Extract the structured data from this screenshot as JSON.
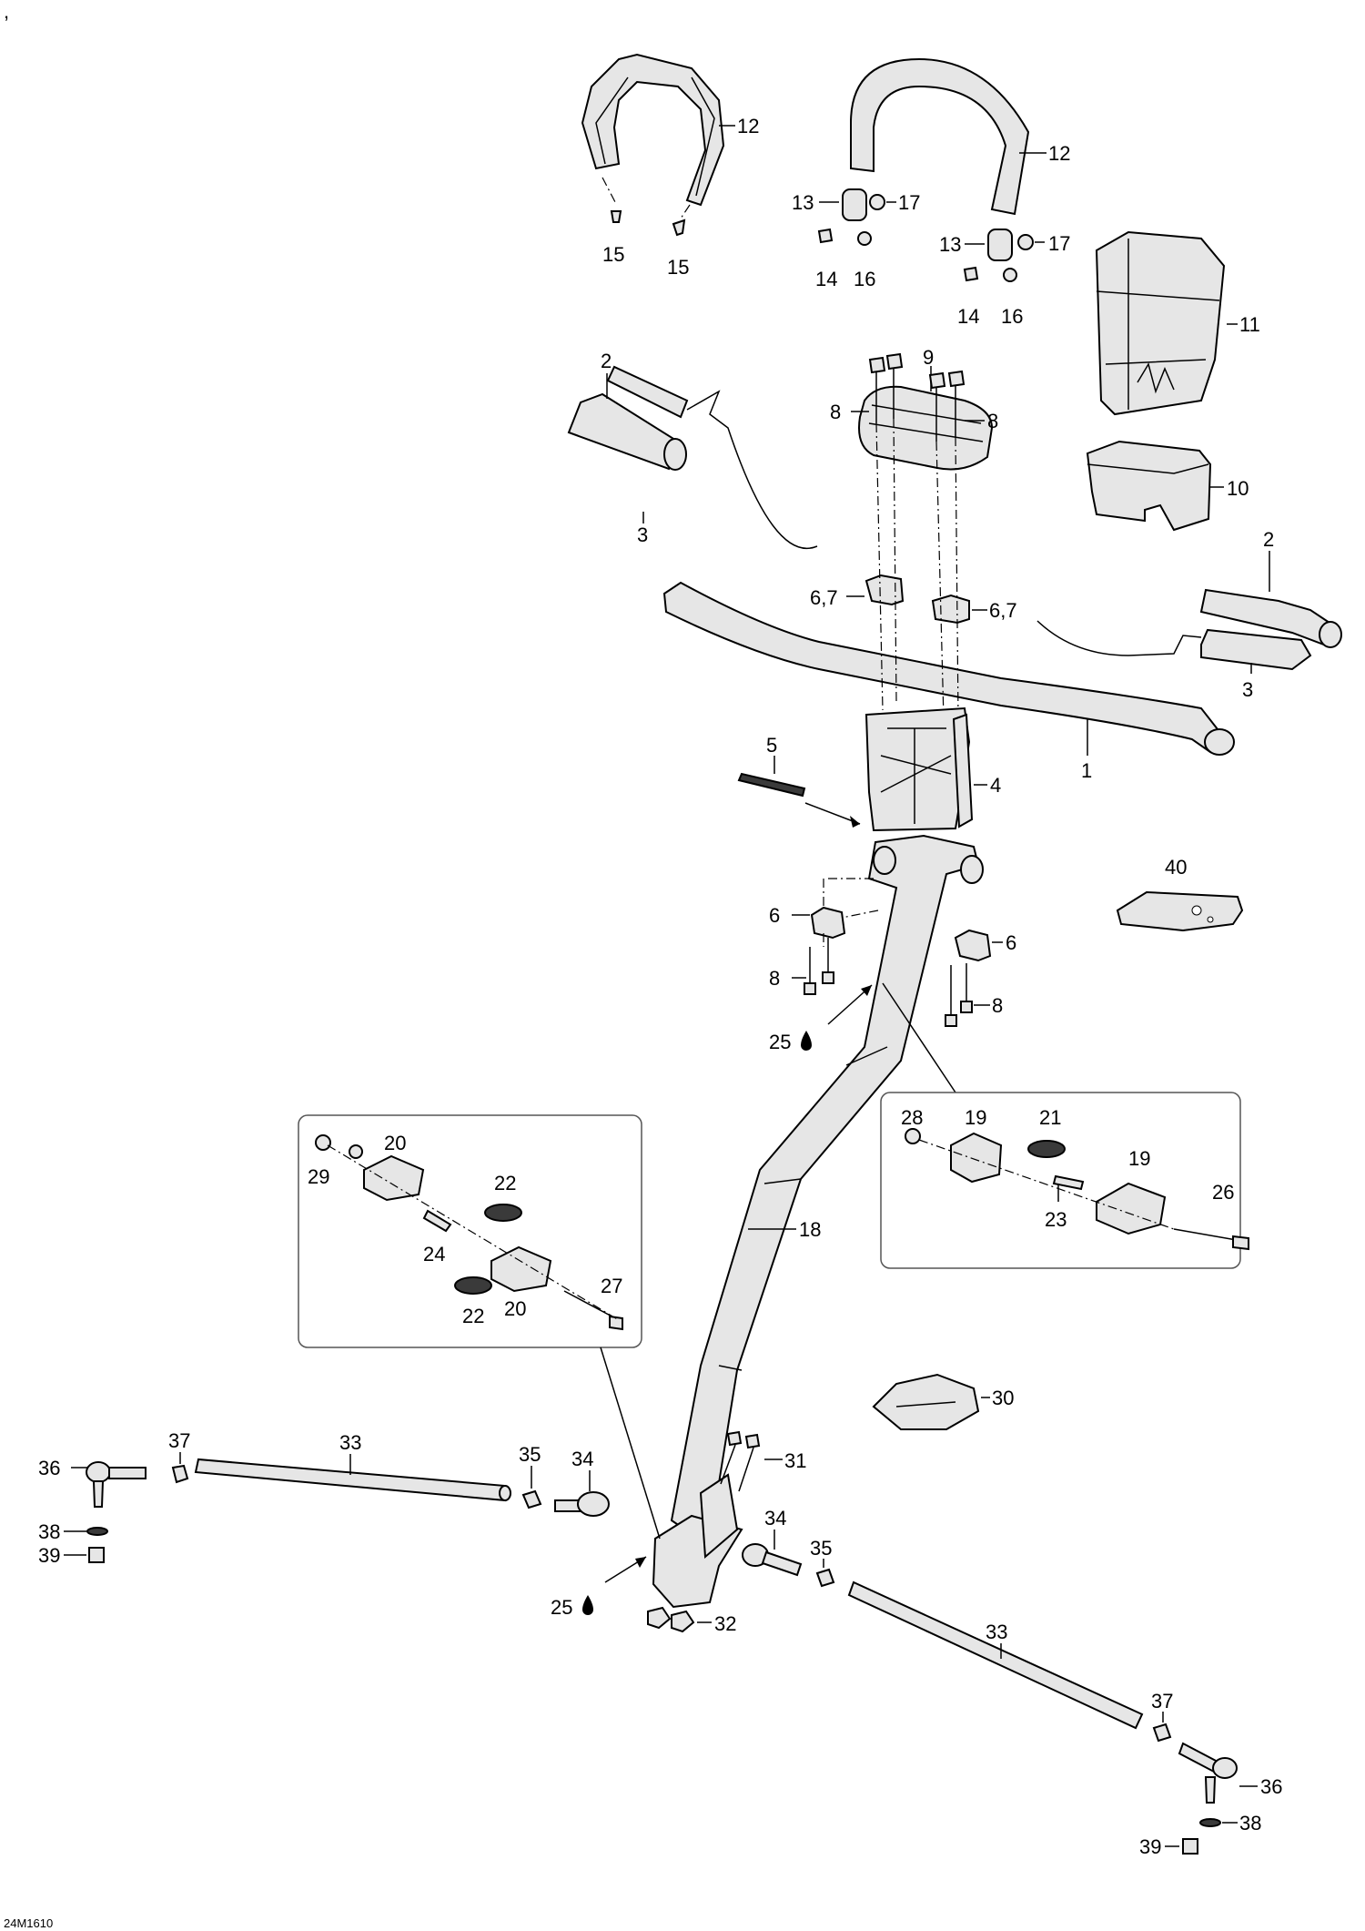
{
  "diagram_code": "24M1610",
  "corner_mark": ",",
  "oil_symbol": "oil-drop-icon",
  "labels": {
    "l12a": "12",
    "l12b": "12",
    "l15a": "15",
    "l15b": "15",
    "l13a": "13",
    "l17a": "17",
    "l14a": "14",
    "l16a": "16",
    "l13b": "13",
    "l17b": "17",
    "l14b": "14",
    "l16b": "16",
    "l11": "11",
    "l9": "9",
    "l10": "10",
    "l2a": "2",
    "l2b": "2",
    "l3a": "3",
    "l3b": "3",
    "l8a": "8",
    "l8b": "8",
    "l8c": "8",
    "l8d": "8",
    "l67a": "6,7",
    "l67b": "6,7",
    "l1": "1",
    "l5": "5",
    "l4": "4",
    "l40": "40",
    "l6a": "6",
    "l6b": "6",
    "l25a": "25",
    "l25b": "25",
    "l28": "28",
    "l19a": "19",
    "l21": "21",
    "l19b": "19",
    "l23": "23",
    "l26": "26",
    "l20a": "20",
    "l29": "29",
    "l22a": "22",
    "l24": "24",
    "l27": "27",
    "l22b": "22",
    "l20b": "20",
    "l18": "18",
    "l30": "30",
    "l31": "31",
    "l32": "32",
    "l37a": "37",
    "l33a": "33",
    "l35a": "35",
    "l34a": "34",
    "l36a": "36",
    "l38a": "38",
    "l39a": "39",
    "l34b": "34",
    "l35b": "35",
    "l33b": "33",
    "l37b": "37",
    "l36b": "36",
    "l38b": "38",
    "l39b": "39"
  }
}
